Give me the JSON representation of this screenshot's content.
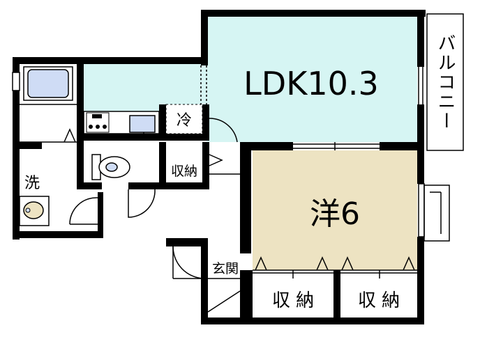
{
  "rooms": {
    "ldk": "LDK10.3",
    "western": "洋6",
    "balcony": "バルコニー",
    "fridge": "冷",
    "laundry": "洗",
    "closet_small": "収納",
    "entrance": "玄関",
    "closet_left": "収 納",
    "closet_right": "収 納"
  },
  "colors": {
    "wall": "#000000",
    "ldk_fill": "#d6f5f3",
    "western_fill": "#ede3c2",
    "tile_fill": "#cfdcf5",
    "balcony_fill": "#ffffff"
  }
}
